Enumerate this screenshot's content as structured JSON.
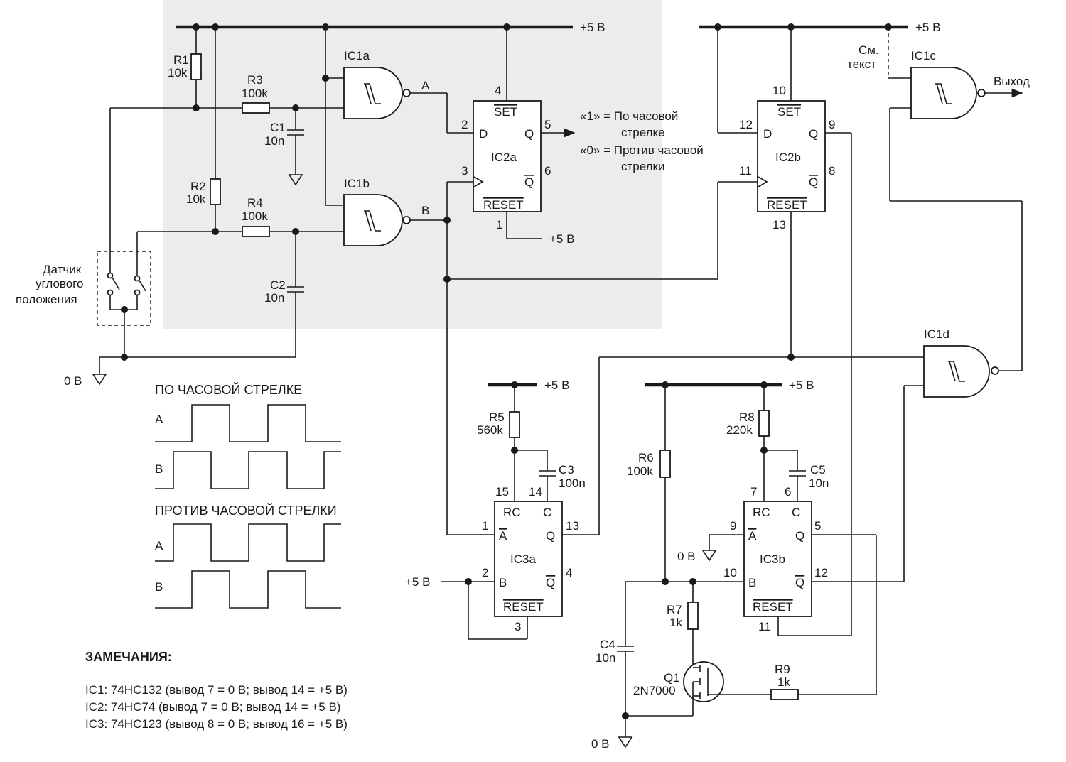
{
  "supply": {
    "vplus": "+5 В",
    "gnd": "0 В"
  },
  "chips": {
    "ic1a": "IC1a",
    "ic1b": "IC1b",
    "ic1c": "IC1c",
    "ic1d": "IC1d",
    "ic2a": "IC2a",
    "ic2b": "IC2b",
    "ic3a": "IC3a",
    "ic3b": "IC3b"
  },
  "pins": {
    "set": "SET",
    "reset": "RESET",
    "d": "D",
    "q": "Q",
    "qbar": "Q",
    "rc": "RC",
    "c": "C",
    "a": "A",
    "b": "B"
  },
  "pin_numbers": {
    "ic2a_set": "4",
    "ic2a_d": "2",
    "ic2a_q": "5",
    "ic2a_clk": "3",
    "ic2a_qbar": "6",
    "ic2a_reset": "1",
    "ic2b_set": "10",
    "ic2b_d": "12",
    "ic2b_q": "9",
    "ic2b_clk": "11",
    "ic2b_qbar": "8",
    "ic2b_reset": "13",
    "ic3a_rc": "15",
    "ic3a_c": "14",
    "ic3a_a": "1",
    "ic3a_q": "13",
    "ic3a_b": "2",
    "ic3a_qbar": "4",
    "ic3a_reset": "3",
    "ic3b_rc": "7",
    "ic3b_c": "6",
    "ic3b_a": "9",
    "ic3b_q": "5",
    "ic3b_b": "10",
    "ic3b_qbar": "12",
    "ic3b_reset": "11"
  },
  "signals": {
    "a": "A",
    "b": "B"
  },
  "components": {
    "r1": {
      "name": "R1",
      "value": "10k"
    },
    "r2": {
      "name": "R2",
      "value": "10k"
    },
    "r3": {
      "name": "R3",
      "value": "100k"
    },
    "r4": {
      "name": "R4",
      "value": "100k"
    },
    "r5": {
      "name": "R5",
      "value": "560k"
    },
    "r6": {
      "name": "R6",
      "value": "100k"
    },
    "r7": {
      "name": "R7",
      "value": "1k"
    },
    "r8": {
      "name": "R8",
      "value": "220k"
    },
    "r9": {
      "name": "R9",
      "value": "1k"
    },
    "c1": {
      "name": "C1",
      "value": "10n"
    },
    "c2": {
      "name": "C2",
      "value": "10n"
    },
    "c3": {
      "name": "C3",
      "value": "100n"
    },
    "c4": {
      "name": "C4",
      "value": "10n"
    },
    "c5": {
      "name": "C5",
      "value": "10n"
    },
    "q1": {
      "name": "Q1",
      "value": "2N7000"
    }
  },
  "labels": {
    "output": "Выход",
    "see_text_1": "См.",
    "see_text_2": "текст",
    "sensor_1": "Датчик",
    "sensor_2": "углового",
    "sensor_3": "положения",
    "dir_one_1": "«1» = По часовой",
    "dir_one_2": "стрелке",
    "dir_zero_1": "«0» = Против часовой",
    "dir_zero_2": "стрелки"
  },
  "waveforms": {
    "cw_title": "ПО ЧАСОВОЙ СТРЕЛКЕ",
    "ccw_title": "ПРОТИВ ЧАСОВОЙ СТРЕЛКИ",
    "ch_a": "A",
    "ch_b": "B"
  },
  "notes": {
    "title": "ЗАМЕЧАНИЯ:",
    "lines": [
      "IC1: 74HC132 (вывод 7 = 0 В; вывод 14 = +5 В)",
      "IC2: 74HC74 (вывод 7 = 0 В; вывод 14 = +5 В)",
      "IC3: 74HC123 (вывод 8 = 0 В; вывод 16 = +5 В)"
    ]
  }
}
